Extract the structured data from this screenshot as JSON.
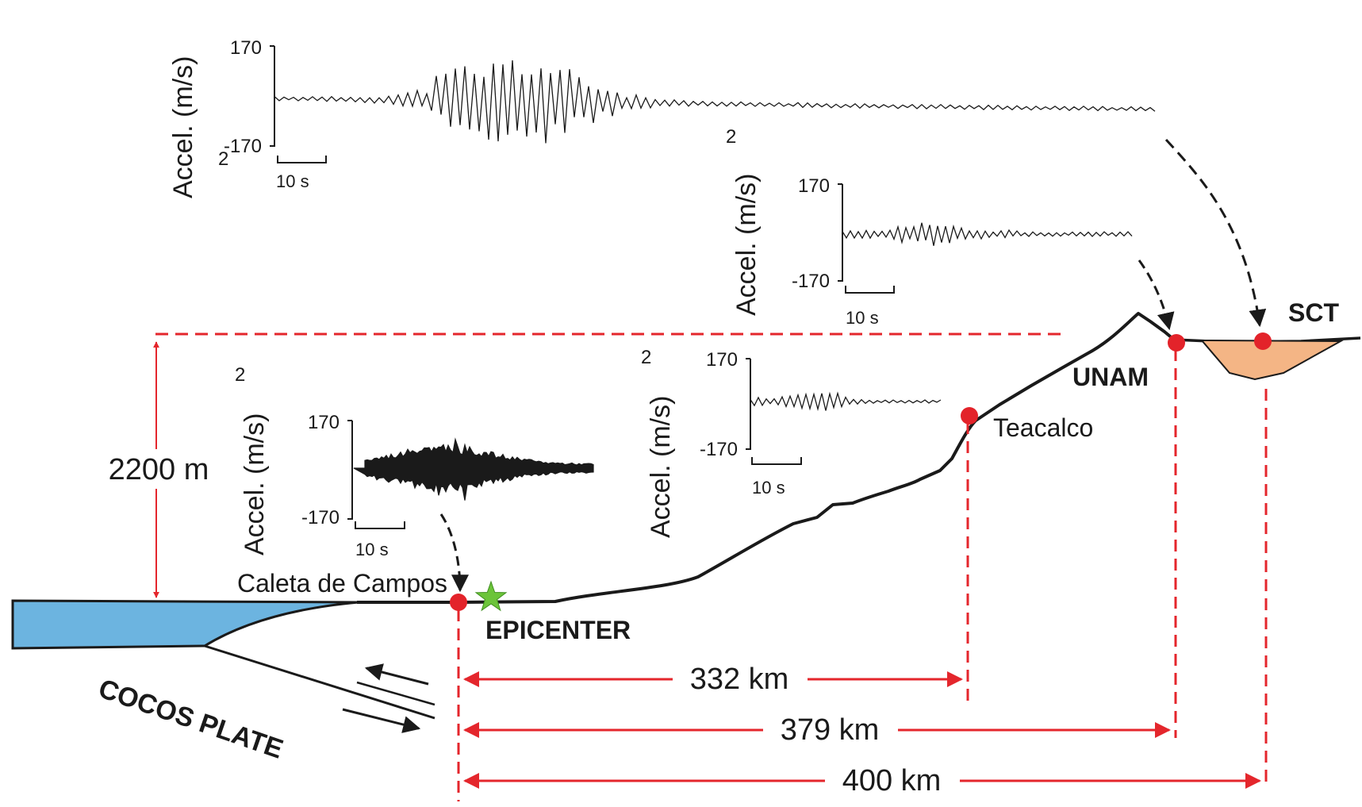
{
  "colors": {
    "guide": "#e4262c",
    "station": "#e3232a",
    "ocean": "#6cb4e0",
    "basin": "#f4b585",
    "epicenter": "#6cc43a",
    "ink": "#1a1a1a"
  },
  "labels": {
    "height": "2200 m",
    "epicenter": "EPICENTER",
    "plate": "COCOS PLATE"
  },
  "stations": {
    "caleta": "Caleta de Campos",
    "teacalco": "Teacalco",
    "unam": "UNAM",
    "sct": "SCT"
  },
  "distances": {
    "teacalco": "332 km",
    "unam": "379 km",
    "sct": "400 km"
  },
  "seismograms": [
    {
      "id": "sct",
      "ylabel": "Accel. (m/s",
      "ymax": "170",
      "ymin": "-170",
      "scale": "10 s"
    },
    {
      "id": "unam",
      "ylabel": "Accel. (m/s",
      "ymax": "170",
      "ymin": "-170",
      "scale": "10 s"
    },
    {
      "id": "teacalco",
      "ylabel": "Accel. (m/s",
      "ymax": "170",
      "ymin": "-170",
      "scale": "10 s"
    },
    {
      "id": "caleta",
      "ylabel": "Accel. (m/s",
      "ymax": "170",
      "ymin": "-170",
      "scale": "10 s"
    }
  ],
  "units_exponent": "2"
}
